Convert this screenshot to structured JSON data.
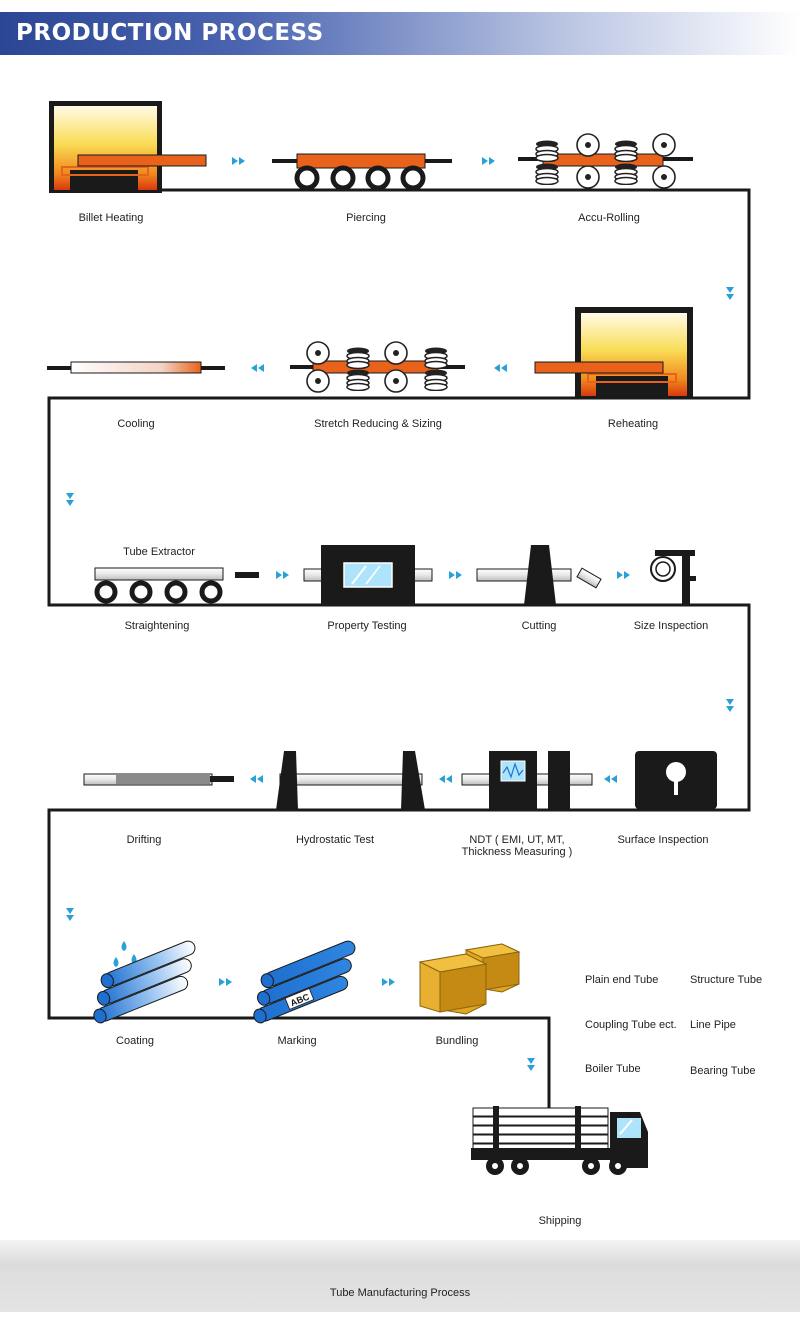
{
  "header": {
    "title": "PRODUCTION PROCESS"
  },
  "steps": {
    "billet_heating": "Billet Heating",
    "piercing": "Piercing",
    "accu_rolling": "Accu-Rolling",
    "cooling": "Cooling",
    "stretch_reducing": "Stretch Reducing & Sizing",
    "reheating": "Reheating",
    "tube_extractor": "Tube Extractor",
    "straightening": "Straightening",
    "property_testing": "Property Testing",
    "cutting": "Cutting",
    "size_inspection": "Size Inspection",
    "drifting": "Drifting",
    "hydrostatic_test": "Hydrostatic Test",
    "ndt_line1": "NDT ( EMI, UT, MT,",
    "ndt_line2": "Thickness Measuring )",
    "surface_inspection": "Surface Inspection",
    "coating": "Coating",
    "marking": "Marking",
    "bundling": "Bundling",
    "shipping": "Shipping"
  },
  "marking_text": "ABC",
  "products": [
    "Plain end Tube",
    "Structure Tube",
    "Coupling Tube ect.",
    "Line Pipe",
    "Boiler Tube",
    "Bearing Tube"
  ],
  "footer": {
    "caption": "Tube Manufacturing Process"
  },
  "colors": {
    "banner": "#2b4694",
    "arrow": "#2aa1d6",
    "flow_line": "#1a1a1a",
    "hot_metal": "#e8621c",
    "furnace_glow": "#f7d34a",
    "tube_blue": "#1e73d2",
    "box": "#d79e1b"
  }
}
